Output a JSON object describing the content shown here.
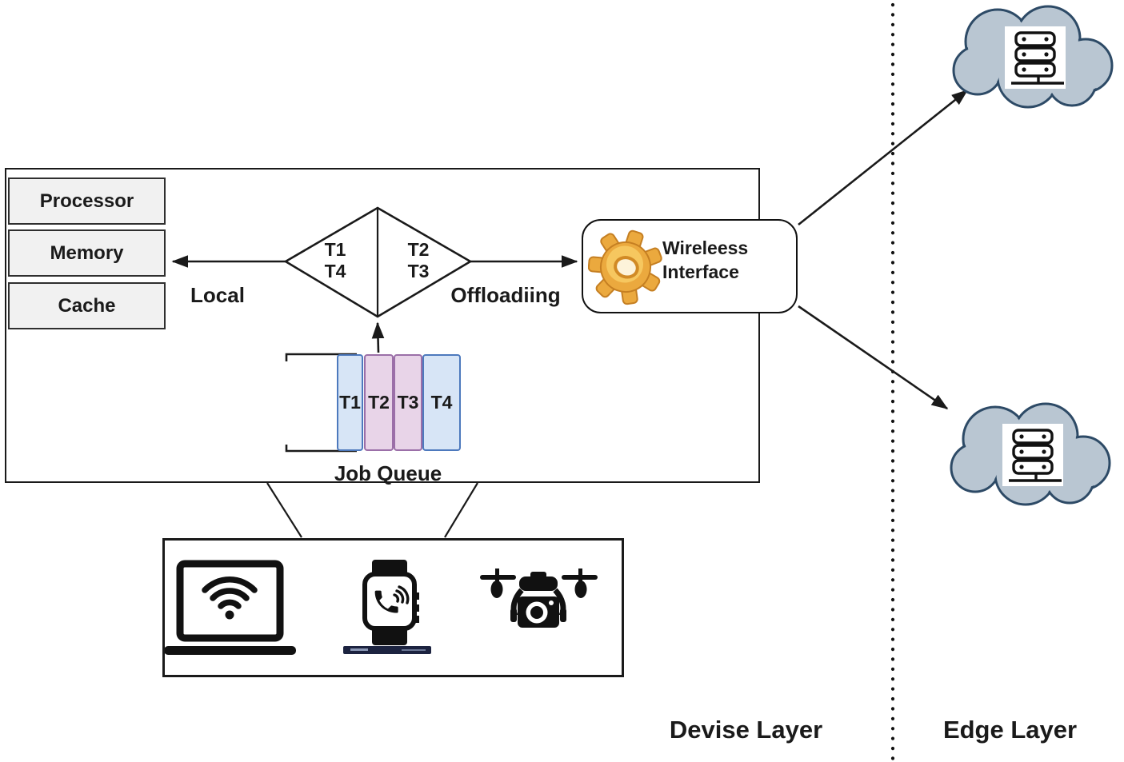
{
  "device_layer": {
    "layer_label": "Devise Layer",
    "hardware_units": [
      "Processor",
      "Memory",
      "Cache"
    ],
    "decision": {
      "local_branch_tasks": [
        "T1",
        "T4"
      ],
      "offload_branch_tasks": [
        "T2",
        "T3"
      ]
    },
    "local_label": "Local",
    "offloading_label": "Offloadiing",
    "wireless_interface": {
      "line1": "Wireleess",
      "line2": "Interface",
      "icon": "gear-icon"
    },
    "job_queue": {
      "label": "Job Queue",
      "tasks": [
        {
          "id": "T1",
          "fill": "#d7e5f6",
          "border": "#4d79bd"
        },
        {
          "id": "T2",
          "fill": "#e8d4e8",
          "border": "#9b6fa8"
        },
        {
          "id": "T3",
          "fill": "#e8d4e8",
          "border": "#9b6fa8"
        },
        {
          "id": "T4",
          "fill": "#d7e5f6",
          "border": "#4d79bd"
        }
      ]
    },
    "devices": [
      "wifi-laptop",
      "smartwatch",
      "camera-drone"
    ]
  },
  "edge_layer": {
    "layer_label": "Edge Layer",
    "clouds": [
      {
        "name": "edge-cloud-top",
        "icon": "server-icon"
      },
      {
        "name": "edge-cloud-bottom",
        "icon": "server-icon"
      }
    ]
  },
  "colors": {
    "line": "#1a1a1a",
    "hardware_box_fill": "#f1f1f1",
    "cloud_fill": "#b9c6d2",
    "cloud_border": "#2d4a66",
    "gear_gold": "#eba93e",
    "task_blue_fill": "#d7e5f6",
    "task_blue_border": "#4d79bd",
    "task_pink_fill": "#e8d4e8",
    "task_pink_border": "#9b6fa8"
  }
}
